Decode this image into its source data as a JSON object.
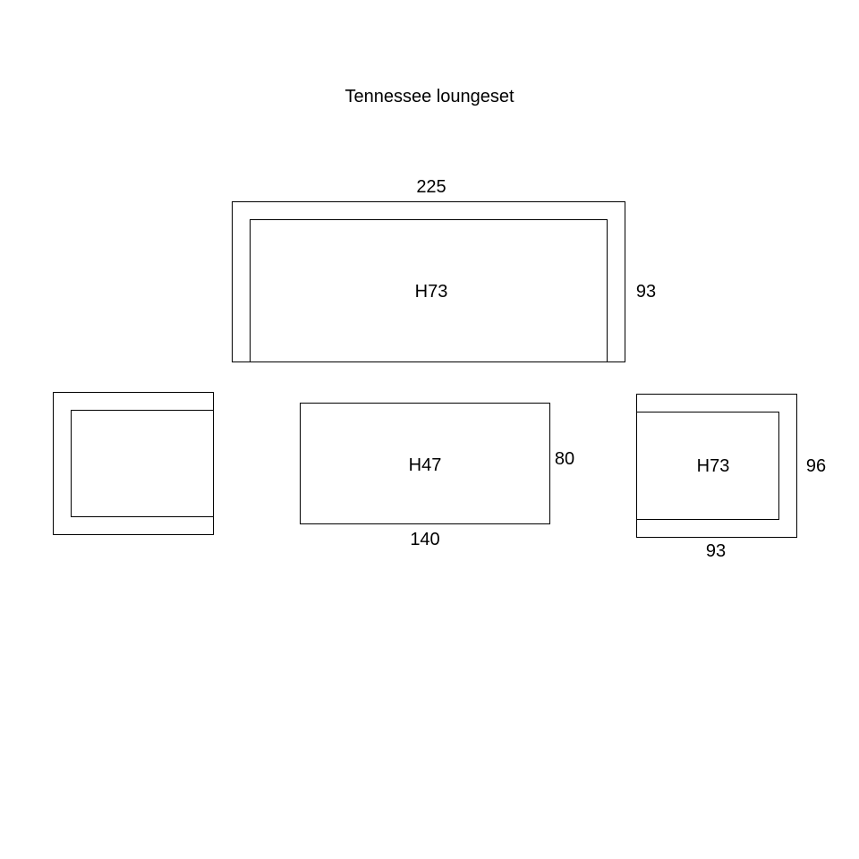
{
  "title": "Tennessee loungeset",
  "sofa": {
    "width_label": "225",
    "depth_label": "93",
    "height_label": "H73"
  },
  "left_chair": {},
  "table": {
    "height_label": "H47",
    "depth_label": "80",
    "width_label": "140"
  },
  "right_chair": {
    "height_label": "H73",
    "depth_label": "96",
    "width_label": "93"
  }
}
